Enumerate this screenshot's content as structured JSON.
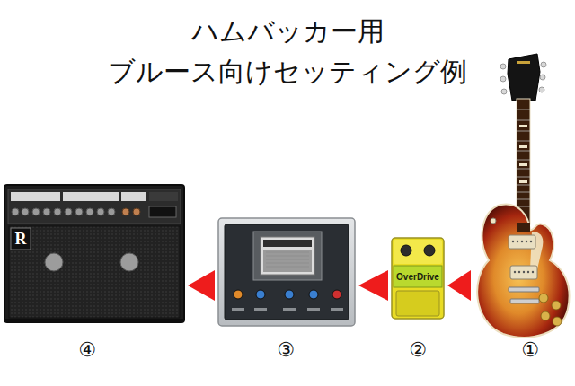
{
  "diagram": {
    "title": "ハムバッカー用 ブルース向けセッティング例",
    "nodes": [
      {
        "text": [
          "①"
        ]
      },
      {
        "text": [
          "OverDrive",
          "②"
        ]
      },
      {
        "text": [
          "③"
        ]
      },
      {
        "text": [
          "R",
          "④"
        ]
      }
    ],
    "edges": [
      {
        "from": 0,
        "to": 1,
        "arrow": "to"
      },
      {
        "from": 1,
        "to": 2,
        "arrow": "to"
      },
      {
        "from": 2,
        "to": 3,
        "arrow": "to"
      }
    ]
  }
}
